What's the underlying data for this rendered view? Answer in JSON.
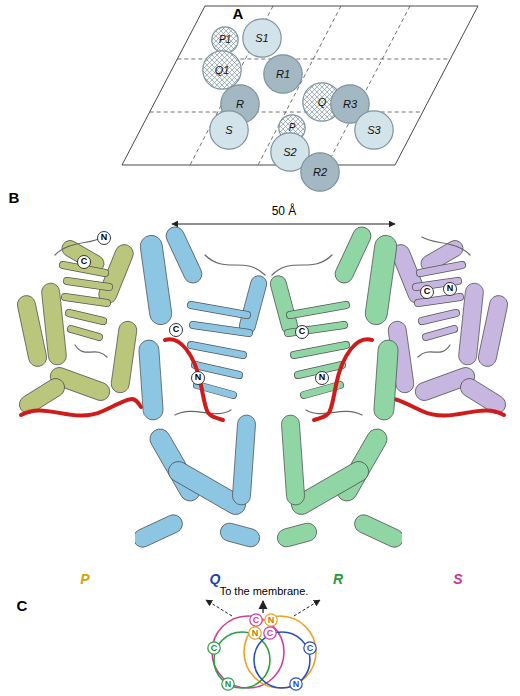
{
  "diagram": {
    "nodes": [
      {
        "text": [
          "P1"
        ]
      },
      {
        "text": [
          "S1"
        ]
      },
      {
        "text": [
          "Q1"
        ]
      },
      {
        "text": [
          "R1"
        ]
      },
      {
        "text": [
          "R"
        ]
      },
      {
        "text": [
          "S"
        ]
      },
      {
        "text": [
          "Q"
        ]
      },
      {
        "text": [
          "R3"
        ]
      },
      {
        "text": [
          "S3"
        ]
      },
      {
        "text": [
          "P"
        ]
      },
      {
        "text": [
          "S2"
        ]
      },
      {
        "text": [
          "R2"
        ]
      },
      {
        "text": [
          "C"
        ]
      },
      {
        "text": [
          "N"
        ]
      },
      {
        "text": [
          "N"
        ]
      },
      {
        "text": [
          "C"
        ]
      },
      {
        "text": [
          "C"
        ]
      },
      {
        "text": [
          "C"
        ]
      },
      {
        "text": [
          "N"
        ]
      },
      {
        "text": [
          "N"
        ]
      }
    ],
    "labels": [
      "A",
      "B",
      "50 Å",
      "N",
      "C",
      "C",
      "N",
      "C",
      "N",
      "C",
      "N",
      "P",
      "Q",
      "R",
      "S",
      "C",
      "To the membrane."
    ]
  }
}
